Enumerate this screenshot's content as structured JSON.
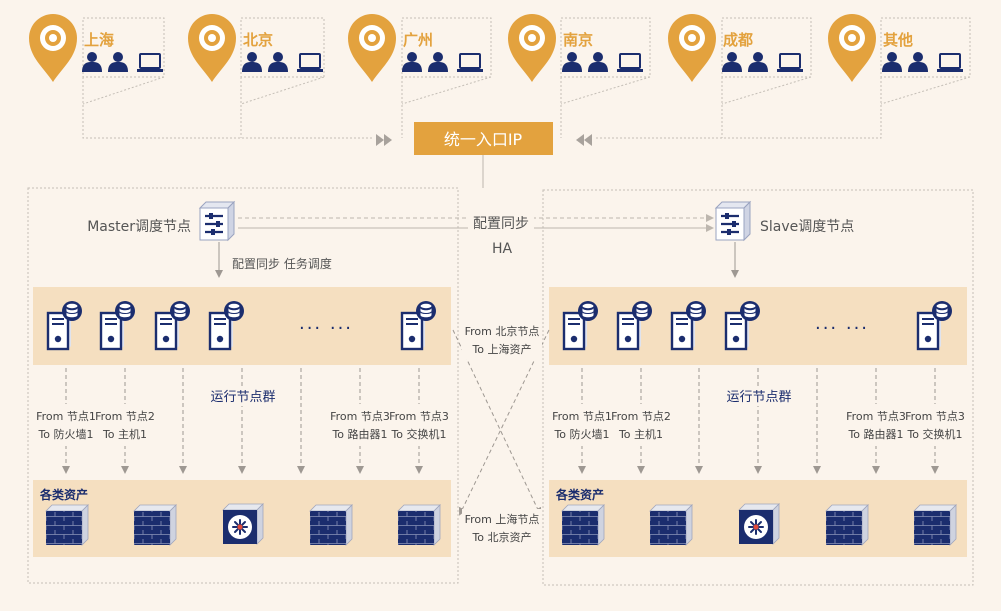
{
  "colors": {
    "background": "#fbf4ec",
    "accent_orange": "#e3a23e",
    "navy": "#1b2d6e",
    "band": "#f5dfc0",
    "line": "#bdb6ae",
    "text": "#555555"
  },
  "locations": [
    {
      "name": "上海"
    },
    {
      "name": "北京"
    },
    {
      "name": "广州"
    },
    {
      "name": "南京"
    },
    {
      "name": "成都"
    },
    {
      "name": "其他"
    }
  ],
  "entry": {
    "label": "统一入口IP"
  },
  "sync": {
    "label": "配置同步",
    "ha_label": "HA"
  },
  "left_cluster": {
    "scheduler_label": "Master调度节点",
    "dispatch_label": "配置同步  任务调度",
    "ellipsis": "··· ···",
    "group_label": "运行节点群",
    "flows": [
      {
        "line1": "From 节点1",
        "line2": "To 防火墙1"
      },
      {
        "line1": "From 节点2",
        "line2": "To 主机1"
      },
      {
        "line1": "From 节点3",
        "line2": "To 路由器1"
      },
      {
        "line1": "From 节点3",
        "line2": "To 交换机1"
      }
    ],
    "assets_label": "各类资产"
  },
  "right_cluster": {
    "scheduler_label": "Slave调度节点",
    "ellipsis": "··· ···",
    "group_label": "运行节点群",
    "flows": [
      {
        "line1": "From 节点1",
        "line2": "To 防火墙1"
      },
      {
        "line1": "From 节点2",
        "line2": "To 主机1"
      },
      {
        "line1": "From 节点3",
        "line2": "To 路由器1"
      },
      {
        "line1": "From 节点3",
        "line2": "To 交换机1"
      }
    ],
    "assets_label": "各类资产"
  },
  "cross": {
    "top_line1": "From 北京节点",
    "top_line2": "To 上海资产",
    "bottom_line1": "From 上海节点",
    "bottom_line2": "To 北京资产"
  }
}
